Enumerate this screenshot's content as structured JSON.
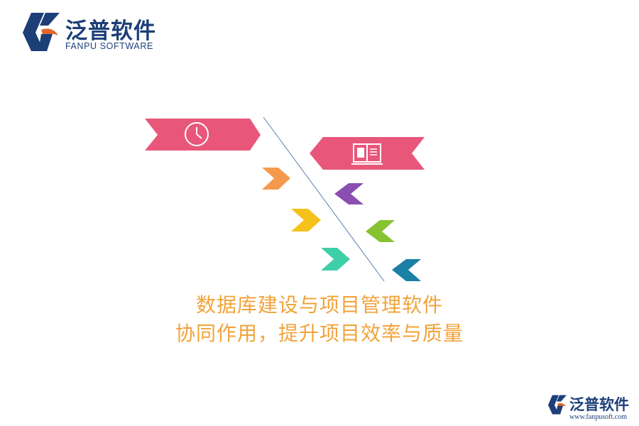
{
  "brand": {
    "name_cn": "泛普软件",
    "name_en": "FANPU SOFTWARE",
    "url": "www.fanpusoft.com"
  },
  "headline": {
    "line1": "数据库建设与项目管理软件",
    "line2": "协同作用，提升项目效率与质量"
  },
  "colors": {
    "pink": "#e8577a",
    "orange": "#f59a4c",
    "yellow": "#f5c11a",
    "teal": "#3fcfa8",
    "purple": "#8a4fb0",
    "green": "#86c232",
    "blue": "#1b7fa6",
    "brand_blue": "#1d3f78",
    "brand_orange": "#e4662c",
    "text_orange": "#f2a33a"
  },
  "icons": {
    "left_banner": "clock-icon",
    "right_banner": "book-icon"
  }
}
